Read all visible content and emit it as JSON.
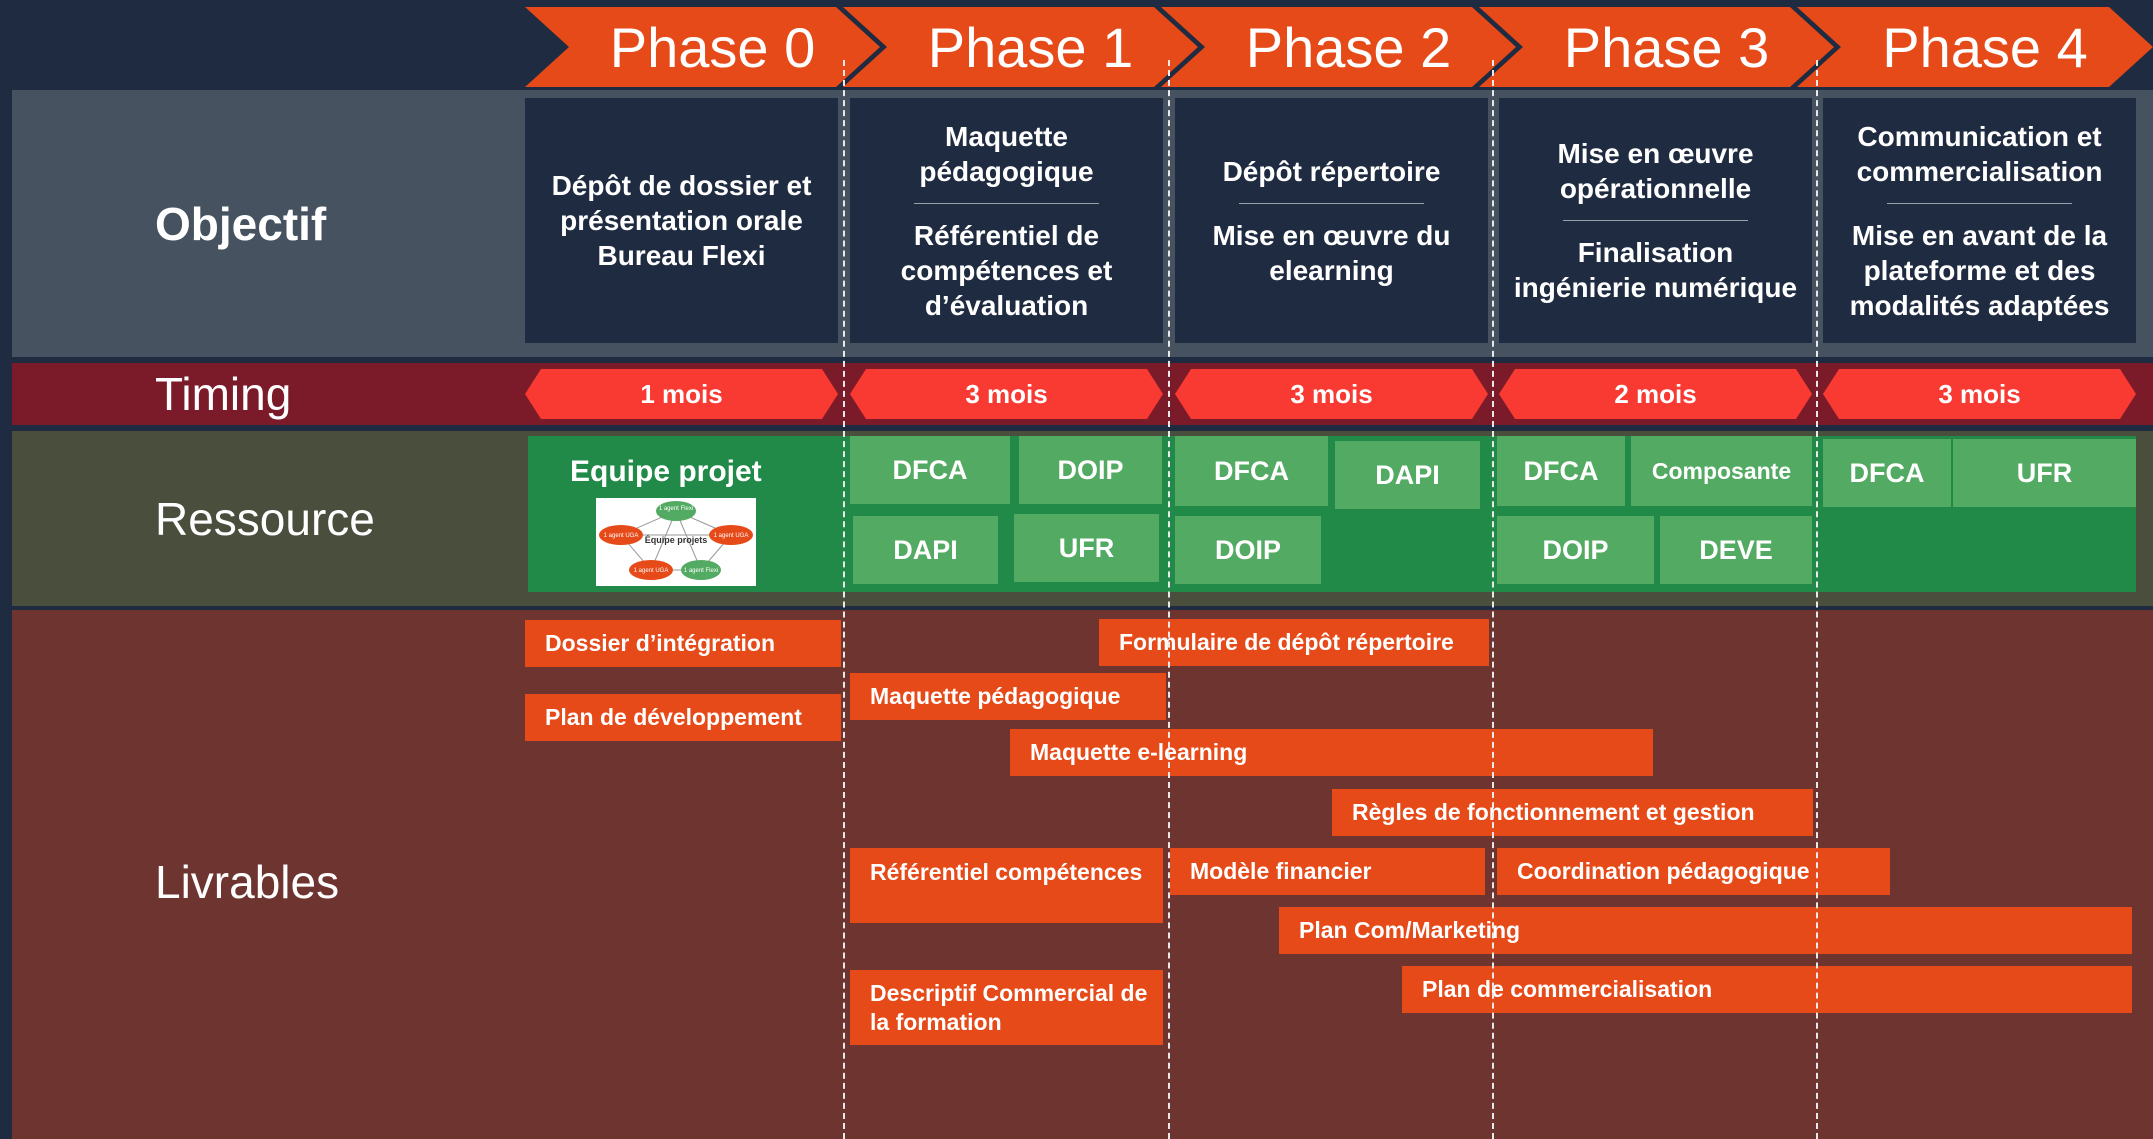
{
  "phases": [
    "Phase 0",
    "Phase 1",
    "Phase 2",
    "Phase 3",
    "Phase 4"
  ],
  "rows": {
    "objectif": "Objectif",
    "timing": "Timing",
    "ressource": "Ressource",
    "livrables": "Livrables"
  },
  "objectives": [
    {
      "top": "Dépôt de dossier et présentation orale Bureau Flexi",
      "bottom": ""
    },
    {
      "top": "Maquette pédagogique",
      "bottom": "Référentiel de compétences et d’évaluation"
    },
    {
      "top": "Dépôt répertoire",
      "bottom": "Mise en œuvre du elearning"
    },
    {
      "top": "Mise en œuvre opérationnelle",
      "bottom": "Finalisation ingénierie numérique"
    },
    {
      "top": "Communication et commercialisation",
      "bottom": "Mise en avant de la plateforme et des modalités adaptées"
    }
  ],
  "timings": [
    "1 mois",
    "3 mois",
    "3 mois",
    "2 mois",
    "3 mois"
  ],
  "resources": {
    "phase0_title": "Equipe projet",
    "phase0_diagram": {
      "center": "Équipe projets",
      "nodes": [
        "1 agent Flexi",
        "1 agent UGA",
        "1 agent UGA",
        "1 agent UGA",
        "1 agent Flexi"
      ]
    },
    "phase1": [
      "DFCA",
      "DOIP",
      "DAPI",
      "UFR"
    ],
    "phase2": [
      "DFCA",
      "DAPI",
      "DOIP"
    ],
    "phase3": [
      "DFCA",
      "Composante",
      "DOIP",
      "DEVE"
    ],
    "phase4": [
      "DFCA",
      "UFR"
    ]
  },
  "deliverables": [
    "Dossier d’intégration",
    "Plan de développement",
    "Formulaire de dépôt répertoire",
    "Maquette pédagogique",
    "Maquette e-learning",
    "Règles de fonctionnement et gestion",
    "Référentiel compétences",
    "Modèle financier",
    "Coordination pédagogique",
    "Plan Com/Marketing",
    "Plan de commercialisation",
    "Descriptif Commercial de la formation"
  ],
  "colors": {
    "background": "#1f2b40",
    "phase": "#e64a19",
    "objectif_band": "#465260",
    "timing_band": "#7b1a28",
    "timing_pill": "#f83a33",
    "ressource_band": "#4a4e3c",
    "ressource_panel": "#218a49",
    "ressource_box": "#53aa62",
    "livrables_band": "#6e3530",
    "deliverable": "#e64a19"
  }
}
